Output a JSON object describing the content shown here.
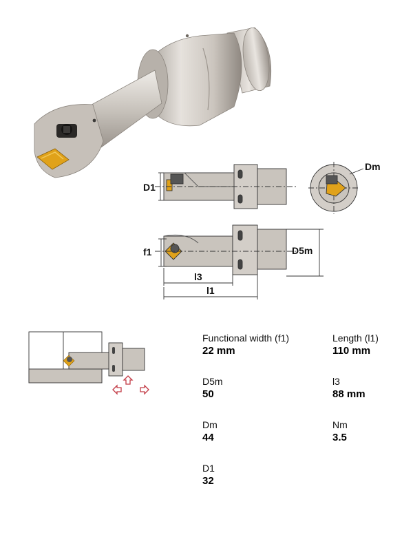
{
  "drawing_labels": {
    "d1": "D1",
    "dm": "Dm",
    "f1": "f1",
    "d5m": "D5m",
    "l3": "l3",
    "l1": "l1"
  },
  "specs": [
    {
      "label": "Functional width (f1)",
      "value": "22 mm"
    },
    {
      "label": "Length (l1)",
      "value": "110 mm"
    },
    {
      "label": "D5m",
      "value": "50"
    },
    {
      "label": "l3",
      "value": "88 mm"
    },
    {
      "label": "Dm",
      "value": "44"
    },
    {
      "label": "Nm",
      "value": "3.5"
    },
    {
      "label": "D1",
      "value": "32"
    }
  ],
  "colors": {
    "metal": "#c9c4bd",
    "insert": "#e0a21a",
    "arrow": "#c23a45",
    "line": "#333333"
  }
}
